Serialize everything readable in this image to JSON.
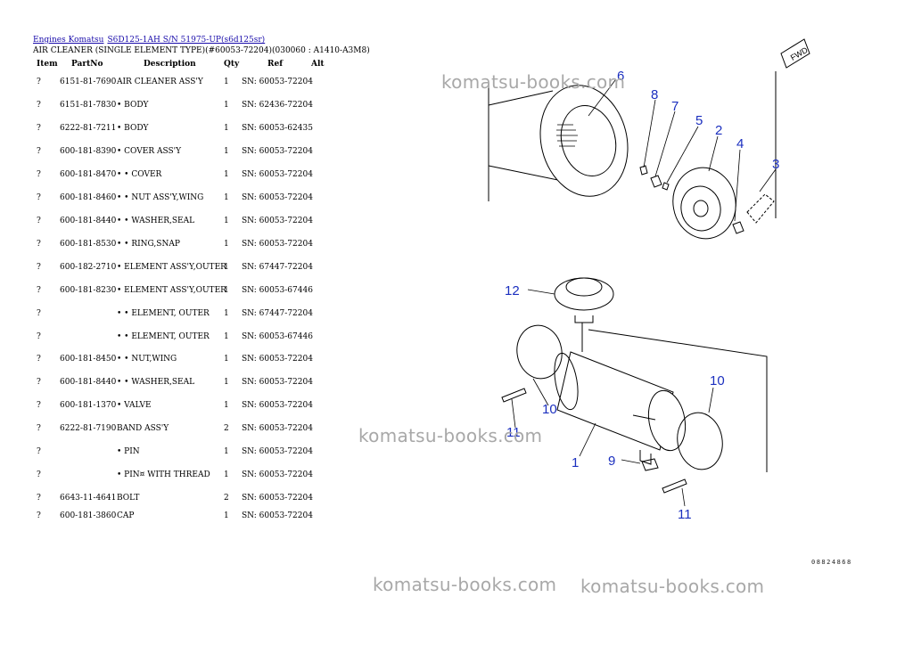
{
  "breadcrumb": [
    {
      "label": "Engines Komatsu"
    },
    {
      "label": "S6D125-1AH S/N 51975-UP(s6d125sr)"
    }
  ],
  "subtitle": "AIR CLEANER (SINGLE ELEMENT TYPE)(#60053-72204)(030060 : A1410-A3M8)",
  "columns": {
    "item": "Item",
    "partno": "PartNo",
    "description": "Description",
    "qty": "Qty",
    "ref": "Ref",
    "alt": "Alt"
  },
  "rows": [
    {
      "item": "?",
      "partno": "6151-81-7690",
      "description": "AIR CLEANER ASS'Y",
      "qty": "1",
      "ref": "SN: 60053-72204"
    },
    {
      "item": "?",
      "partno": "6151-81-7830",
      "description": "• BODY",
      "qty": "1",
      "ref": "SN: 62436-72204"
    },
    {
      "item": "?",
      "partno": "6222-81-7211",
      "description": "• BODY",
      "qty": "1",
      "ref": "SN: 60053-62435"
    },
    {
      "item": "?",
      "partno": "600-181-8390",
      "description": "• COVER ASS'Y",
      "qty": "1",
      "ref": "SN: 60053-72204"
    },
    {
      "item": "?",
      "partno": "600-181-8470",
      "description": "• • COVER",
      "qty": "1",
      "ref": "SN: 60053-72204"
    },
    {
      "item": "?",
      "partno": "600-181-8460",
      "description": "• • NUT ASS'Y,WING",
      "qty": "1",
      "ref": "SN: 60053-72204"
    },
    {
      "item": "?",
      "partno": "600-181-8440",
      "description": "• • WASHER,SEAL",
      "qty": "1",
      "ref": "SN: 60053-72204"
    },
    {
      "item": "?",
      "partno": "600-181-8530",
      "description": "• • RING,SNAP",
      "qty": "1",
      "ref": "SN: 60053-72204"
    },
    {
      "item": "?",
      "partno": "600-182-2710",
      "description": "• ELEMENT ASS'Y,OUTER",
      "qty": "1",
      "ref": "SN: 67447-72204"
    },
    {
      "item": "?",
      "partno": "600-181-8230",
      "description": "• ELEMENT ASS'Y,OUTER",
      "qty": "1",
      "ref": "SN: 60053-67446"
    },
    {
      "item": "?",
      "partno": "",
      "description": "• • ELEMENT, OUTER",
      "qty": "1",
      "ref": "SN: 67447-72204"
    },
    {
      "item": "?",
      "partno": "",
      "description": "• • ELEMENT, OUTER",
      "qty": "1",
      "ref": "SN: 60053-67446"
    },
    {
      "item": "?",
      "partno": "600-181-8450",
      "description": "• • NUT,WING",
      "qty": "1",
      "ref": "SN: 60053-72204"
    },
    {
      "item": "?",
      "partno": "600-181-8440",
      "description": "• • WASHER,SEAL",
      "qty": "1",
      "ref": "SN: 60053-72204"
    },
    {
      "item": "?",
      "partno": "600-181-1370",
      "description": "• VALVE",
      "qty": "1",
      "ref": "SN: 60053-72204"
    },
    {
      "item": "?",
      "partno": "6222-81-7190",
      "description": "BAND ASS'Y",
      "qty": "2",
      "ref": "SN: 60053-72204"
    },
    {
      "item": "?",
      "partno": "",
      "description": "• PIN",
      "qty": "1",
      "ref": "SN: 60053-72204"
    },
    {
      "item": "?",
      "partno": "",
      "description": "• PIN¤ WITH THREAD",
      "qty": "1",
      "ref": "SN: 60053-72204"
    },
    {
      "item": "?",
      "partno": "6643-11-4641",
      "description": "BOLT",
      "qty": "2",
      "ref": "SN: 60053-72204"
    },
    {
      "item": "?",
      "partno": "600-181-3860",
      "description": "CAP",
      "qty": "1",
      "ref": "SN: 60053-72204"
    }
  ],
  "watermarks": [
    "komatsu-books.com",
    "komatsu-books.com",
    "komatsu-books.com",
    "komatsu-books.com"
  ],
  "diagram": {
    "callouts": [
      "6",
      "8",
      "7",
      "5",
      "2",
      "4",
      "3",
      "12",
      "10",
      "11",
      "1",
      "9",
      "10",
      "11"
    ],
    "fwd_label": "FWD",
    "drawing_code": "08824868",
    "line_color": "#000000",
    "callout_color": "#1b2fbf"
  }
}
